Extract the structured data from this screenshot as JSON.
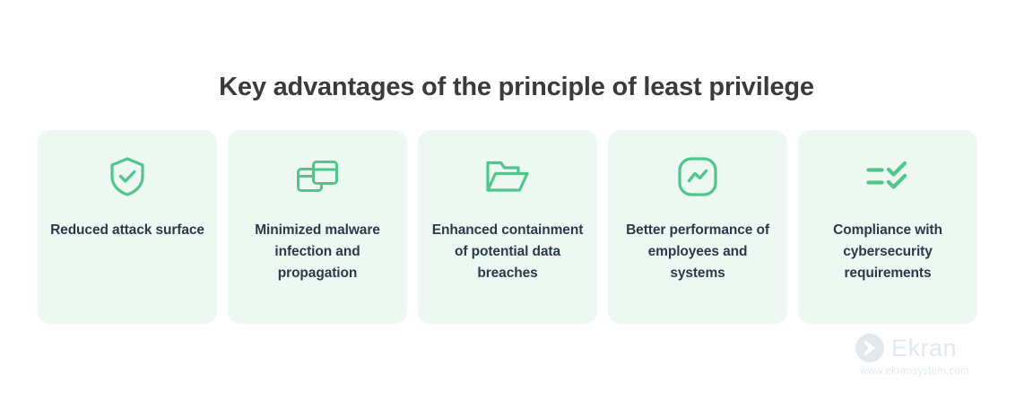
{
  "page": {
    "title": "Key advantages of the principle of least privilege",
    "background_color": "#ffffff"
  },
  "theme": {
    "card_background": "#edf8f3",
    "icon_green": "#4fc68c",
    "text_navy": "#2b3a4a",
    "title_color": "#3b3b3b",
    "watermark_color": "#e2e8ec"
  },
  "cards": [
    {
      "icon": "shield-check-icon",
      "label": "Reduced attack surface"
    },
    {
      "icon": "overlapping-windows-icon",
      "label": "Minimized malware infection and propagation"
    },
    {
      "icon": "open-folder-icon",
      "label": "Enhanced containment of potential data breaches"
    },
    {
      "icon": "performance-trend-icon",
      "label": "Better performance of employees and systems"
    },
    {
      "icon": "checklist-icon",
      "label": "Compliance with cybersecurity requirements"
    }
  ],
  "watermark": {
    "brand": "Ekran",
    "url": "www.ekransystem.com",
    "logo_icon": "ekran-chevron-logo-icon"
  }
}
